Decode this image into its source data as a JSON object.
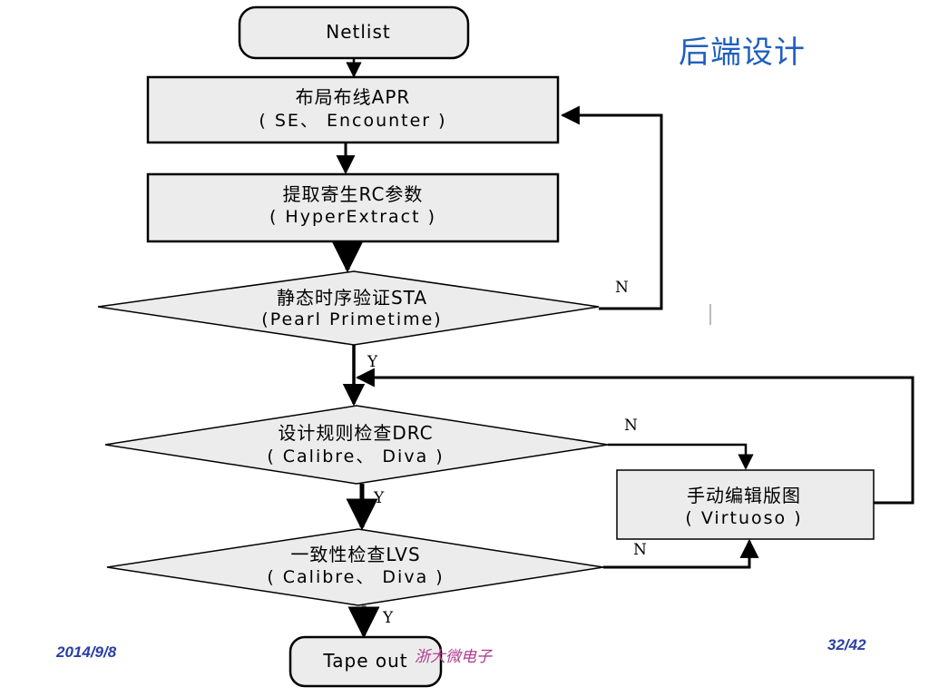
{
  "title": "后端设计",
  "nodes": {
    "netlist": {
      "label": "Netlist"
    },
    "apr": {
      "line1": "布局布线APR",
      "line2": "( SE、 Encounter )"
    },
    "rc": {
      "line1": "提取寄生RC参数",
      "line2": "( HyperExtract )"
    },
    "sta": {
      "line1": "静态时序验证STA",
      "line2": "(Pearl Primetime)"
    },
    "drc": {
      "line1": "设计规则检查DRC",
      "line2": "( Calibre、 Diva )"
    },
    "lvs": {
      "line1": "一致性检查LVS",
      "line2": "( Calibre、 Diva )"
    },
    "edit": {
      "line1": "手动编辑版图",
      "line2": "( Virtuoso )"
    },
    "tapeout": {
      "label": "Tape out"
    }
  },
  "edge_labels": {
    "sta_no": "N",
    "sta_yes": "Y",
    "drc_no": "N",
    "drc_yes": "Y",
    "lvs_no": "N",
    "lvs_yes": "Y"
  },
  "footer": {
    "date": "2014/9/8",
    "org": "浙大微电子",
    "page": "32/42"
  },
  "colors": {
    "box_fill": "#ececec",
    "title": "#1f5fbf",
    "footer": "#2a3fa6",
    "footer_org": "#b03a8c"
  }
}
